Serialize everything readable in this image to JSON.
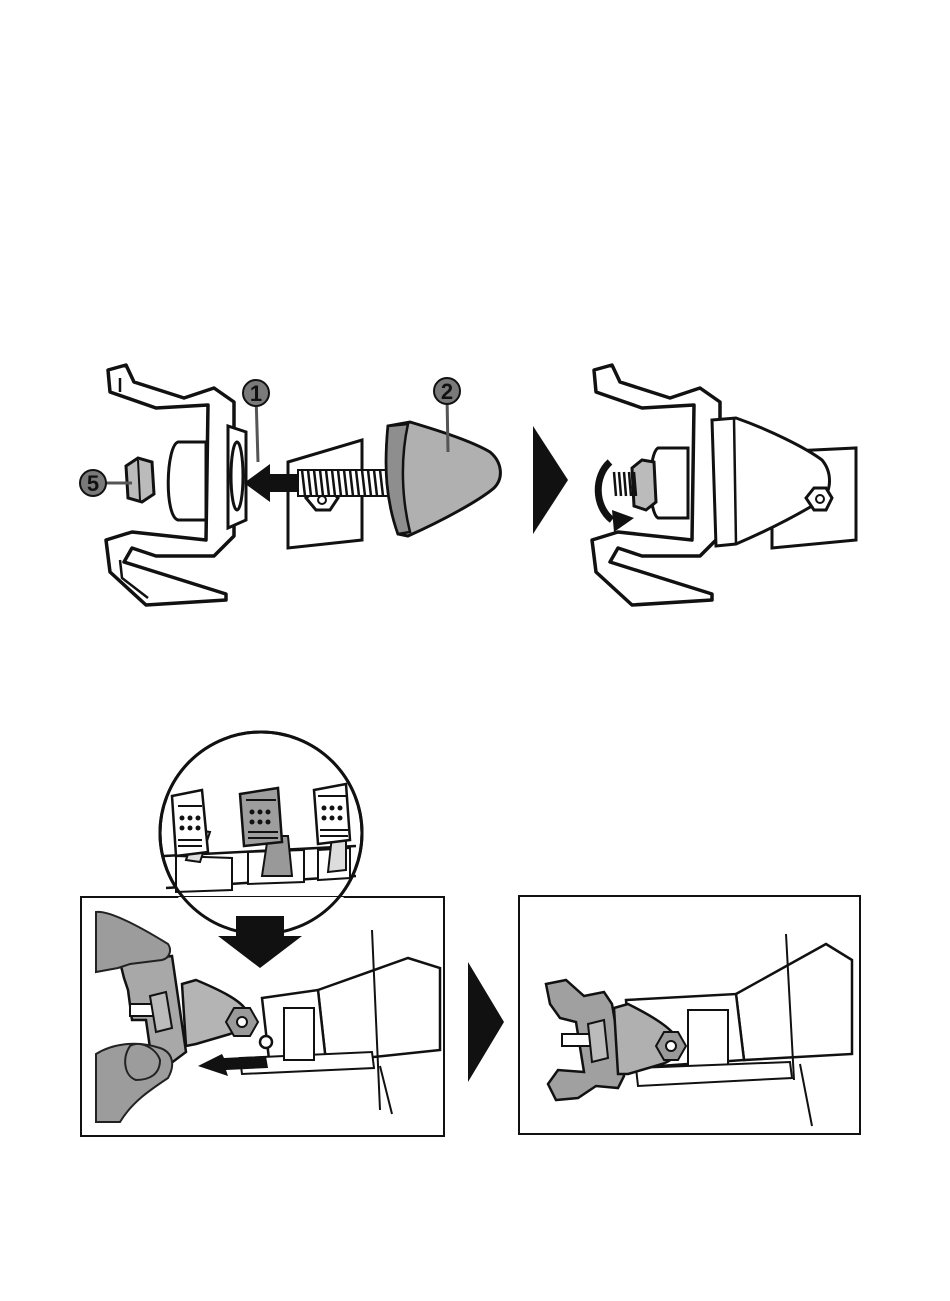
{
  "callouts": [
    {
      "label": "1",
      "part": "bracket"
    },
    {
      "label": "2",
      "part": "cone"
    },
    {
      "label": "5",
      "part": "nut"
    }
  ],
  "colors": {
    "line": "#111111",
    "part_gray": "#b4b4b4",
    "part_dark": "#8a8a8a",
    "callout_fill": "#7a7a7a",
    "arrow": "#111111",
    "hand_gray": "#9c9c9c"
  },
  "icons": [
    "step-arrow-icon",
    "insert-arrow-icon",
    "rotate-arrow-icon",
    "push-arrow-icon"
  ]
}
